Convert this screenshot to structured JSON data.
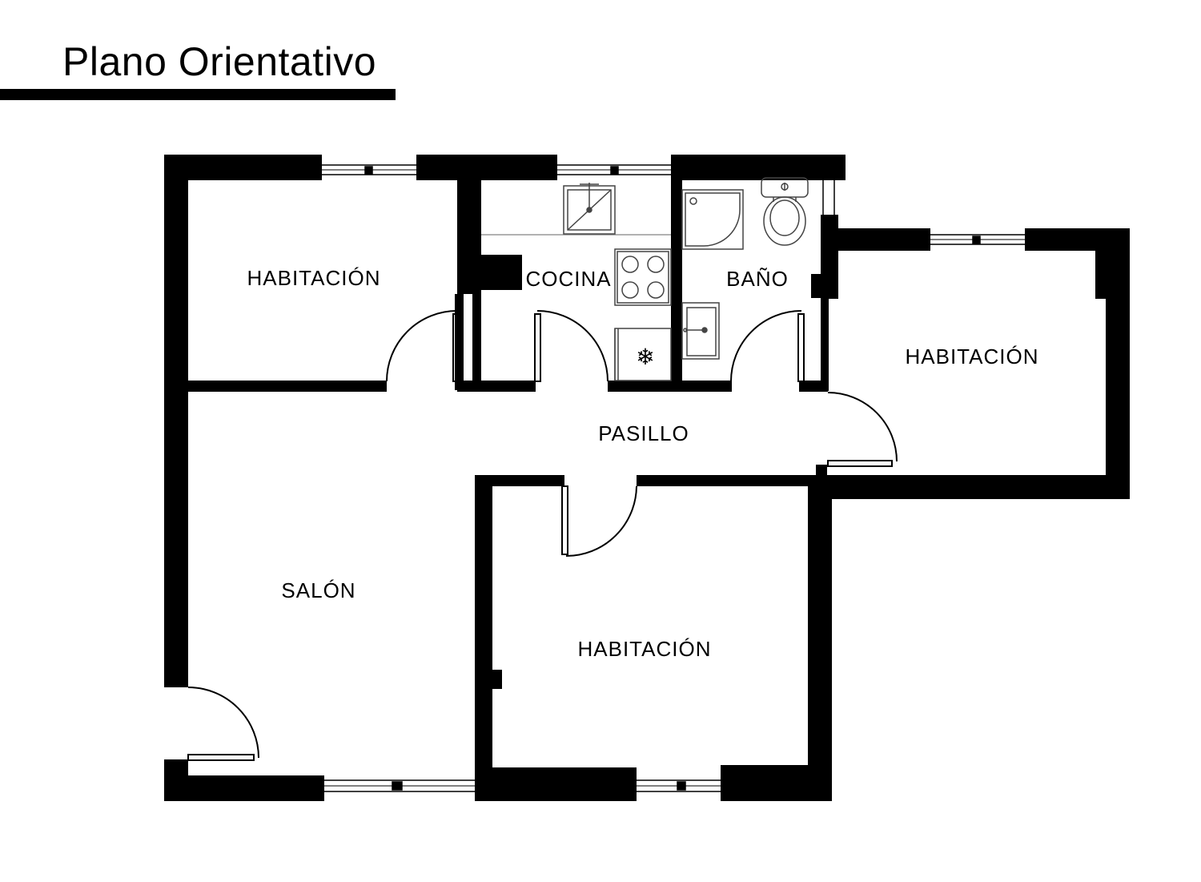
{
  "title": "Plano Orientativo",
  "rooms": {
    "habitacion_nw": "HABITACIÓN",
    "cocina": "COCINA",
    "bano": "BAÑO",
    "habitacion_east": "HABITACIÓN",
    "pasillo": "PASILLO",
    "salon": "SALÓN",
    "habitacion_south": "HABITACIÓN"
  },
  "fridge_symbol": "❄",
  "colors": {
    "wall": "#000000",
    "background": "#ffffff",
    "fixture_line": "#555555"
  }
}
